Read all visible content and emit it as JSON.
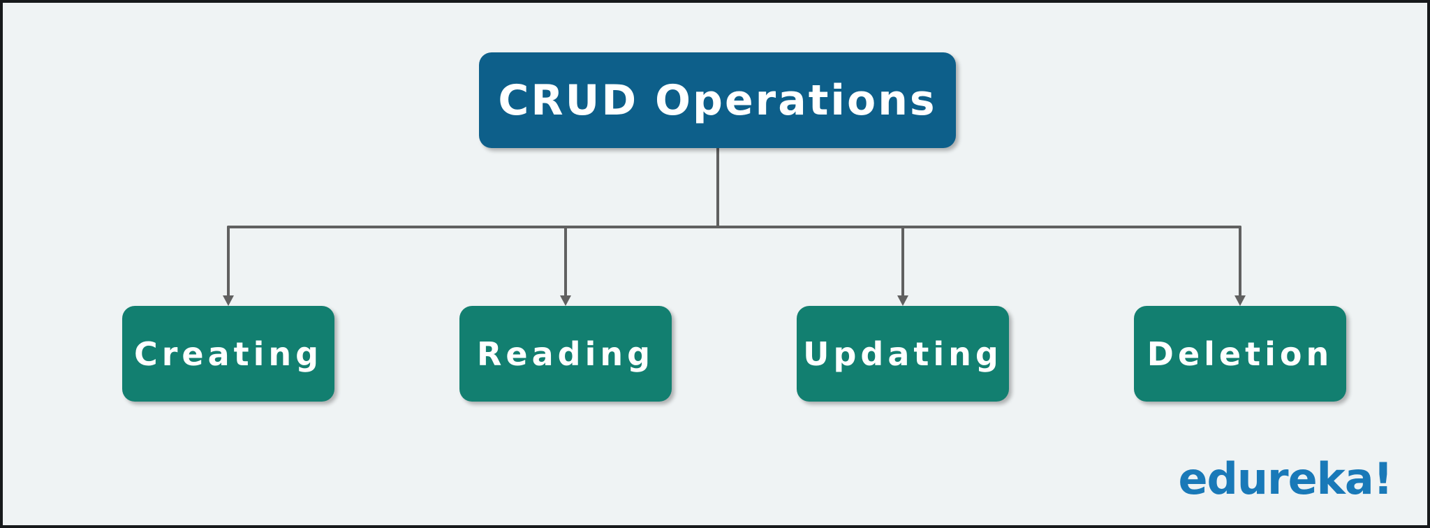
{
  "diagram": {
    "root": {
      "label": "CRUD Operations"
    },
    "children": [
      {
        "label": "Creating"
      },
      {
        "label": "Reading"
      },
      {
        "label": "Updating"
      },
      {
        "label": "Deletion"
      }
    ]
  },
  "brand": {
    "logo_text": "edureka!",
    "logo_color": "#1979b8"
  },
  "colors": {
    "background": "#eff3f4",
    "border": "#16191b",
    "root_fill": "#0d5f8a",
    "child_fill": "#127f70",
    "connector": "#606060",
    "text": "#ffffff"
  }
}
